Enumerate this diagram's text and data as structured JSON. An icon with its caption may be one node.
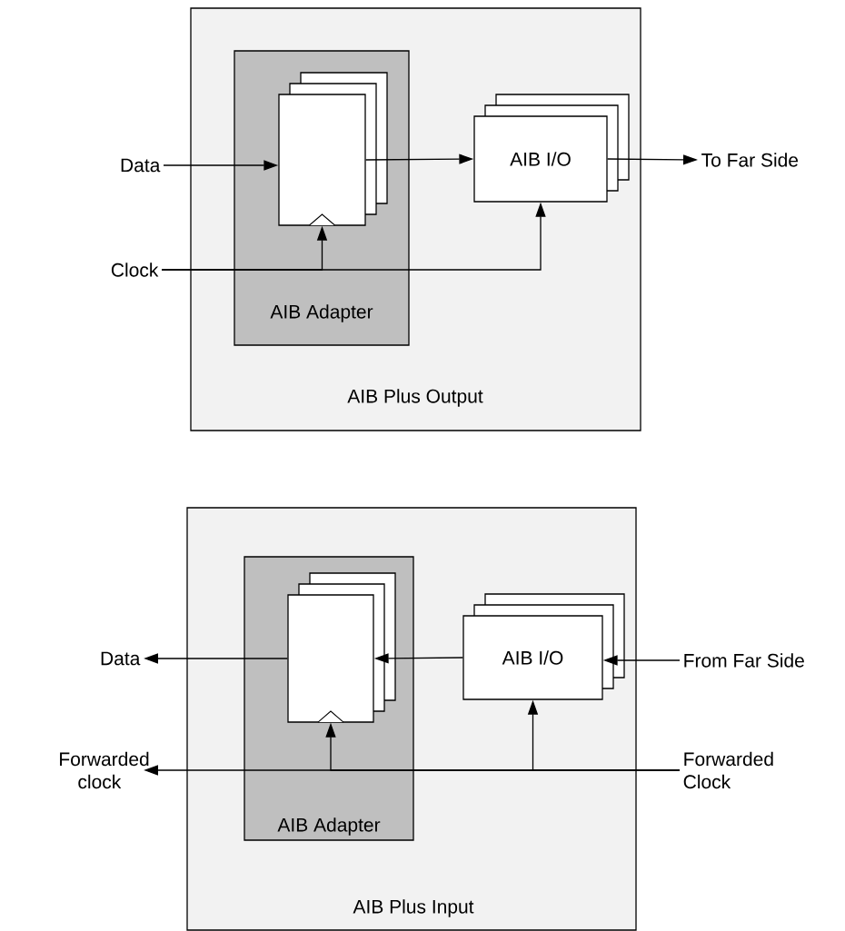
{
  "diagram": {
    "nodes": [
      {
        "text": [
          "AIB Plus Output"
        ]
      },
      {
        "text": [
          "AIB Adapter"
        ],
        "in": 0
      },
      {
        "text": [],
        "shape": "box",
        "in": 1
      },
      {
        "text": [
          "AIB I/O"
        ],
        "in": 0
      },
      {
        "text": [
          "Data"
        ]
      },
      {
        "text": [
          "Clock"
        ]
      },
      {
        "text": [
          "To Far Side"
        ]
      },
      {
        "text": [
          "AIB Plus Input"
        ]
      },
      {
        "text": [
          "AIB Adapter"
        ],
        "in": 7
      },
      {
        "text": [],
        "shape": "box",
        "in": 8
      },
      {
        "text": [
          "AIB I/O"
        ],
        "in": 7
      },
      {
        "text": [
          "Data"
        ]
      },
      {
        "text": [
          "Forwarded clock"
        ]
      },
      {
        "text": [
          "From Far Side"
        ]
      },
      {
        "text": [
          "Forwarded Clock"
        ]
      }
    ],
    "edges": [
      {
        "from": 4,
        "to": 2,
        "arrow": "to"
      },
      {
        "from": 2,
        "to": 3,
        "arrow": "to"
      },
      {
        "from": 3,
        "to": 6,
        "arrow": "to"
      },
      {
        "from": 5,
        "to": 2,
        "arrow": "to"
      },
      {
        "from": 5,
        "to": 3,
        "arrow": "to"
      },
      {
        "from": 9,
        "to": 11,
        "arrow": "to"
      },
      {
        "from": 10,
        "to": 9,
        "arrow": "to"
      },
      {
        "from": 13,
        "to": 10,
        "arrow": "to"
      },
      {
        "from": 14,
        "to": 12,
        "arrow": "to"
      },
      {
        "from": 14,
        "to": 9,
        "arrow": "to"
      },
      {
        "from": 14,
        "to": 10,
        "arrow": "to"
      }
    ]
  }
}
